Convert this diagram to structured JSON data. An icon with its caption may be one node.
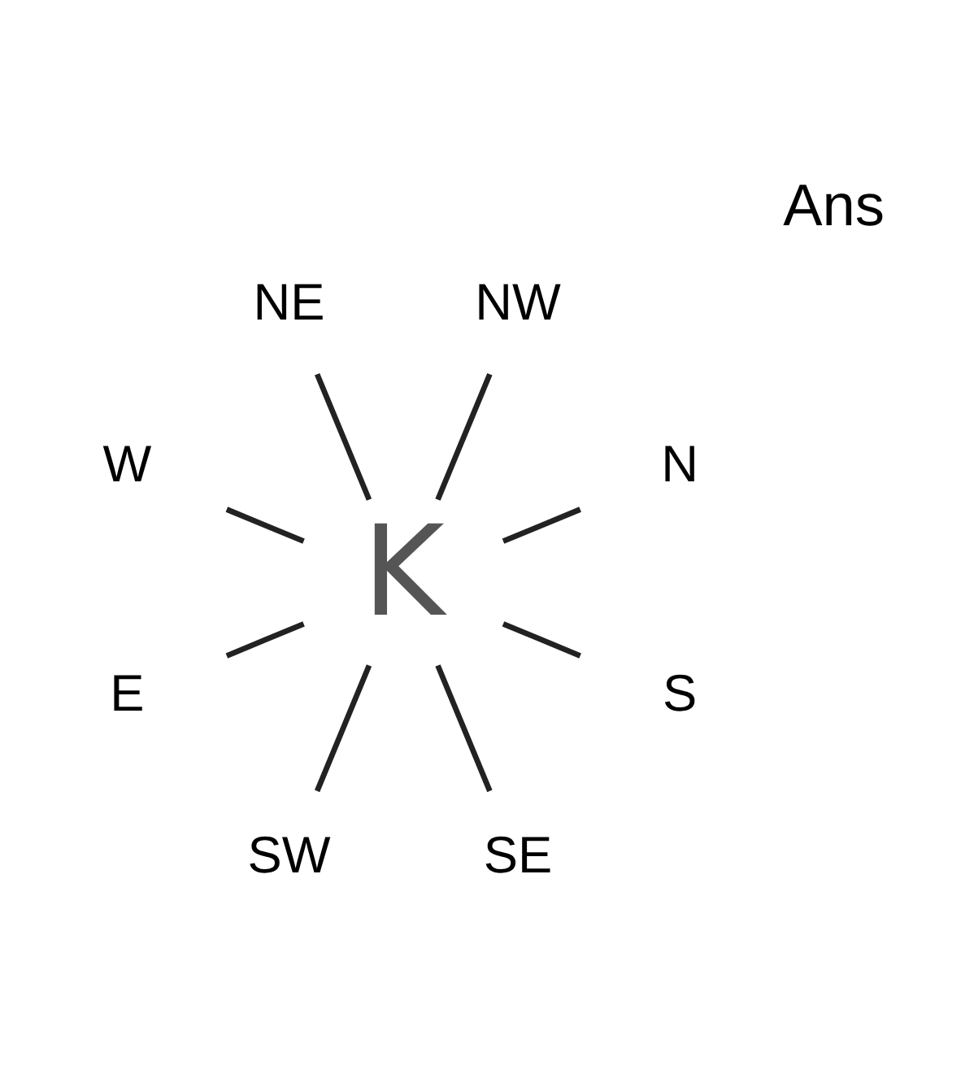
{
  "diagram": {
    "nodes": [
      {
        "text": [
          "N"
        ]
      },
      {
        "text": [
          "NW"
        ]
      },
      {
        "text": [
          "NE"
        ]
      },
      {
        "text": [
          "W"
        ]
      },
      {
        "text": [
          "K"
        ]
      },
      {
        "text": [
          "E"
        ]
      },
      {
        "text": [
          "SW"
        ]
      },
      {
        "text": [
          "SE"
        ]
      },
      {
        "text": [
          "S"
        ]
      }
    ],
    "edges": [
      {
        "from": 4,
        "to": 0,
        "arrow": "none"
      },
      {
        "from": 4,
        "to": 2,
        "arrow": "none"
      },
      {
        "from": 4,
        "to": 5,
        "arrow": "none"
      },
      {
        "from": 4,
        "to": 7,
        "arrow": "none"
      },
      {
        "from": 4,
        "to": 8,
        "arrow": "none"
      },
      {
        "from": 4,
        "to": 6,
        "arrow": "none"
      },
      {
        "from": 4,
        "to": 3,
        "arrow": "none"
      },
      {
        "from": 4,
        "to": 1,
        "arrow": "none"
      }
    ],
    "labels": [
      "Ans"
    ]
  }
}
